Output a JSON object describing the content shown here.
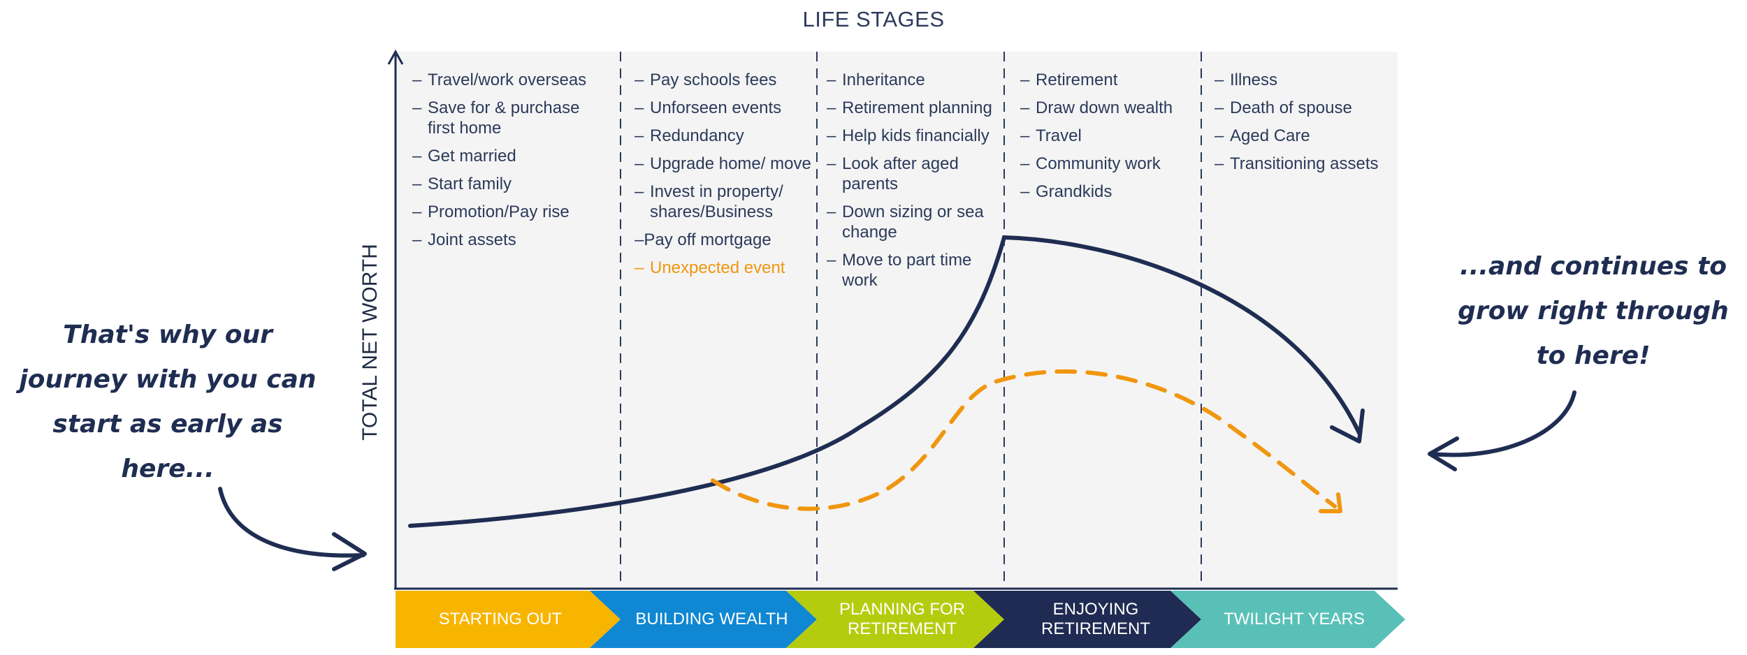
{
  "header": {
    "title": "LIFE STAGES"
  },
  "axis": {
    "ylabel": "TOTAL NET WORTH"
  },
  "columns": [
    {
      "items": [
        "Travel/work overseas",
        "Save for & purchase first home",
        "Get married",
        "Start family",
        "Promotion/Pay rise",
        "Joint assets"
      ]
    },
    {
      "items": [
        "Pay schools fees",
        "Unforseen events",
        "Redundancy",
        "Upgrade home/ move",
        "Invest in property/ shares/Business",
        "Pay off mortgage",
        "Unexpected event"
      ]
    },
    {
      "items": [
        "Inheritance",
        "Retirement planning",
        "Help kids financially",
        "Look after aged parents",
        "Down sizing or sea change",
        "Move to part time work"
      ]
    },
    {
      "items": [
        "Retirement",
        "Draw down wealth",
        "Travel",
        "Community work",
        "Grandkids"
      ]
    },
    {
      "items": [
        "Illness",
        "Death of spouse",
        "Aged Care",
        "Transitioning assets"
      ]
    }
  ],
  "stages": [
    {
      "line1": "STARTING OUT",
      "line2": "",
      "color": "#f7b500"
    },
    {
      "line1": "BUILDING WEALTH",
      "line2": "",
      "color": "#0f87d2"
    },
    {
      "line1": "PLANNING FOR",
      "line2": "RETIREMENT",
      "color": "#b5cc0e"
    },
    {
      "line1": "ENJOYING",
      "line2": "RETIREMENT",
      "color": "#1f2b52"
    },
    {
      "line1": "TWILIGHT YEARS",
      "line2": "",
      "color": "#59c0b7"
    }
  ],
  "notes": {
    "left": [
      "That's why our",
      "journey with you can",
      "start as early as",
      "here..."
    ],
    "right": [
      "...and continues to",
      "grow right through",
      "to here!"
    ]
  },
  "colors": {
    "navy": "#1f2d52",
    "orange": "#f0960f",
    "panel": "#f4f4f4"
  }
}
